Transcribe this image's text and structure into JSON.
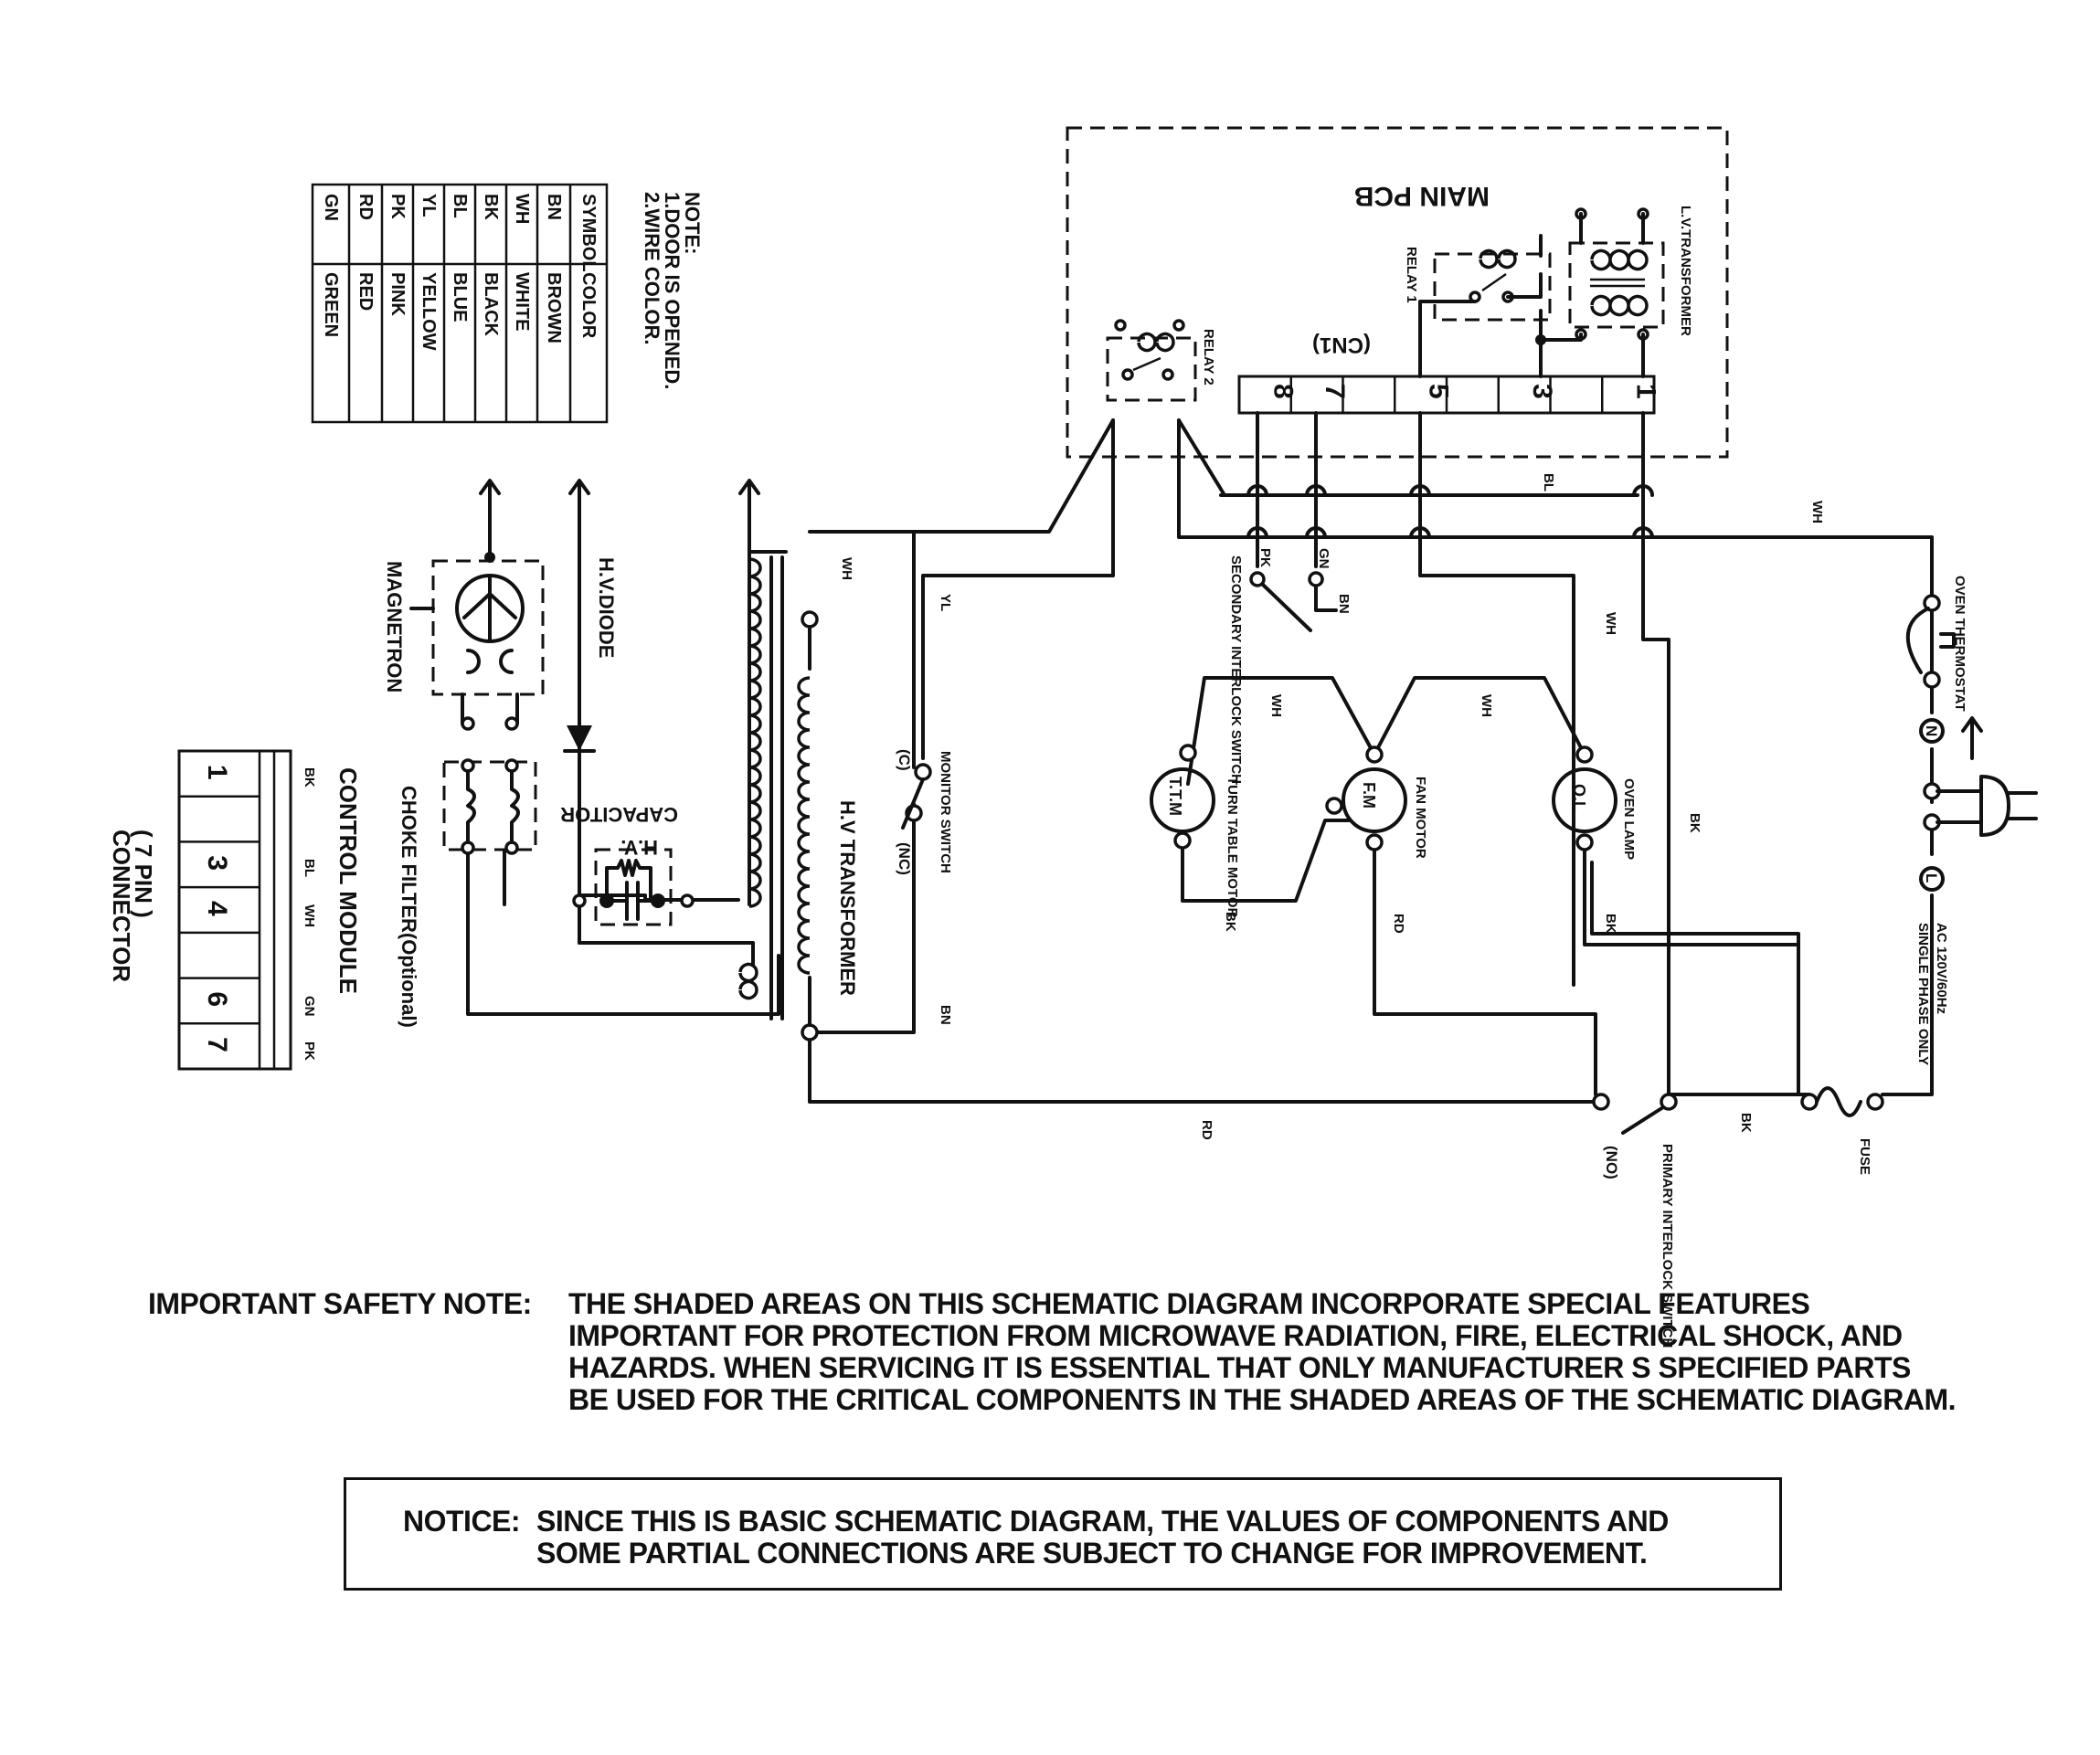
{
  "note": {
    "title": "NOTE:",
    "items": [
      "1.DOOR IS OPENED.",
      "2.WIRE COLOR."
    ]
  },
  "color_table": {
    "headers": [
      "SYMBOL",
      "COLOR"
    ],
    "rows": [
      [
        "BN",
        "BROWN"
      ],
      [
        "WH",
        "WHITE"
      ],
      [
        "BK",
        "BLACK"
      ],
      [
        "BL",
        "BLUE"
      ],
      [
        "YL",
        "YELLOW"
      ],
      [
        "PK",
        "PINK"
      ],
      [
        "RD",
        "RED"
      ],
      [
        "GN",
        "GREEN"
      ]
    ]
  },
  "components": {
    "main_pcb": "MAIN PCB",
    "lv_transformer": "L.V.TRANSFORMER",
    "relay1": "RELAY 1",
    "relay2": "RELAY 2",
    "cn1": "(CN1)",
    "cn1_pins": [
      "8",
      "7",
      "",
      "5",
      "",
      "3",
      "",
      "1"
    ],
    "secondary_interlock": "SECONDARY INTERLOCK SWITCH",
    "monitor_switch": "MONITOR SWITCH",
    "monitor_c": "(C)",
    "monitor_nc": "(NC)",
    "hv_transformer": "H.V TRANSFORMER",
    "hv_diode": "H.V.DIODE",
    "hv_capacitor_1": "H.V.",
    "hv_capacitor_2": "CAPACITOR",
    "magnetron": "MAGNETRON",
    "choke_filter": "CHOKE FILTER(Optional)",
    "control_module": "CONTROL MODULE",
    "connector_1": "( 7 PIN )",
    "connector_2": "CONNECTOR",
    "connector_pins": [
      "1",
      "",
      "3",
      "4",
      "",
      "6",
      "7"
    ],
    "connector_wire_labels": [
      "BK",
      "BL",
      "WH",
      "GN",
      "PK"
    ],
    "ttm": "T.T.M",
    "turntable_motor": "TURN TABLE MOTOR",
    "fm": "F.M",
    "fan_motor": "FAN MOTOR",
    "ol": "O.L",
    "oven_lamp": "OVEN LAMP",
    "oven_thermostat": "OVEN THERMOSTAT",
    "ac_1": "AC 120V/60Hz",
    "ac_2": "SINGLE PHASE ONLY",
    "fuse": "FUSE",
    "primary_interlock": "PRIMARY INTERLOCK SWITCH",
    "primary_no": "(NO)"
  },
  "wire_labels": {
    "bl": "BL",
    "wh_top": "WH",
    "pk": "PK",
    "gn": "GN",
    "bn": "BN",
    "wh_right": "WH",
    "wh_ttm": "WH",
    "wh_fm": "WH",
    "bk_ttm": "BK",
    "rd_fm": "RD",
    "bk_ol": "BK",
    "bk_main": "BK",
    "bk_bottom": "BK",
    "rd_bottom": "RD",
    "wh_hv": "WH",
    "yl": "YL",
    "bn_hv": "BN",
    "n_mark": "N",
    "l_mark": "L"
  },
  "safety_note": {
    "heading": "IMPORTANT SAFETY NOTE:",
    "lines": [
      "THE SHADED AREAS ON THIS SCHEMATIC DIAGRAM INCORPORATE SPECIAL FEATURES",
      "IMPORTANT FOR PROTECTION FROM MICROWAVE RADIATION,  FIRE, ELECTRICAL SHOCK,  AND",
      "HAZARDS. WHEN SERVICING IT IS ESSENTIAL THAT ONLY MANUFACTURER S SPECIFIED PARTS",
      "BE USED FOR THE CRITICAL COMPONENTS IN THE SHADED AREAS OF THE SCHEMATIC DIAGRAM."
    ]
  },
  "notice": {
    "heading": "NOTICE:",
    "lines": [
      "SINCE THIS IS BASIC SCHEMATIC DIAGRAM, THE VALUES OF COMPONENTS AND",
      "SOME PARTIAL CONNECTIONS ARE SUBJECT TO CHANGE FOR IMPROVEMENT."
    ]
  }
}
